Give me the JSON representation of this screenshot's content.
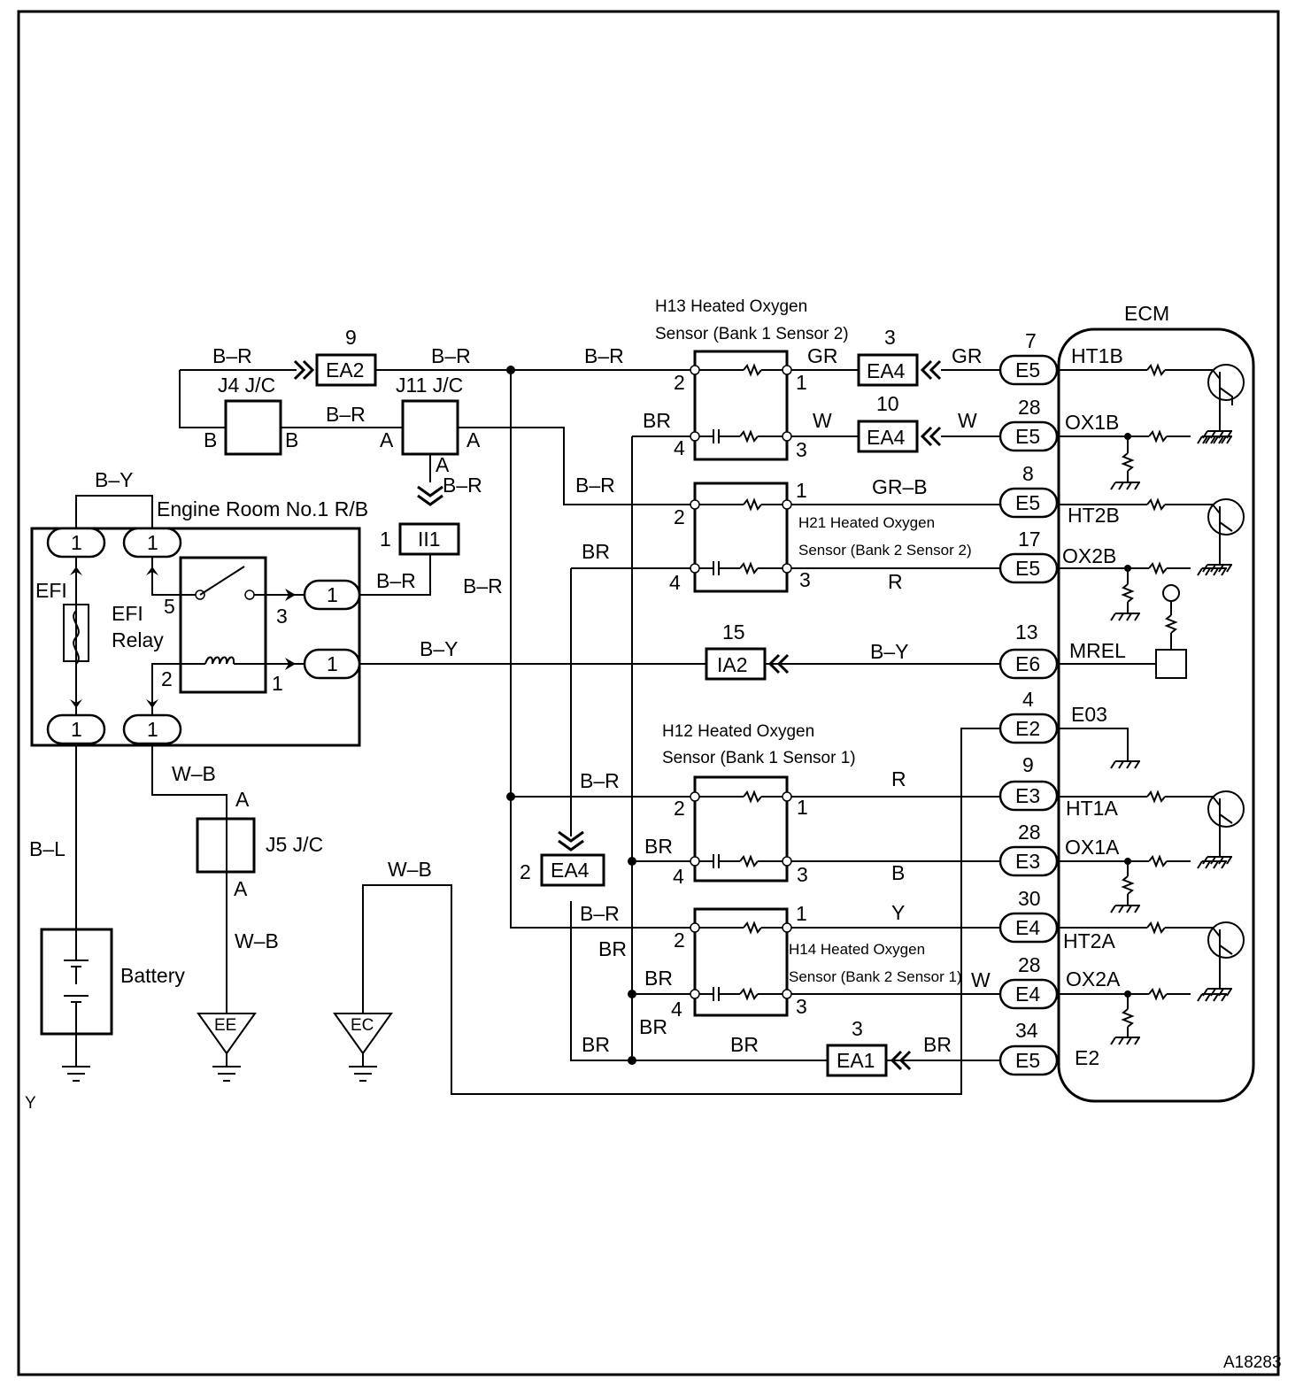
{
  "doc_code": "A18283",
  "corner_mark": "Y",
  "ecm": {
    "title": "ECM",
    "terminals": [
      "HT1B",
      "OX1B",
      "HT2B",
      "OX2B",
      "MREL",
      "E03",
      "HT1A",
      "OX1A",
      "HT2A",
      "OX2A",
      "E2"
    ]
  },
  "sensors": {
    "h13_line1": "H13 Heated Oxygen",
    "h13_line2": "Sensor (Bank 1 Sensor 2)",
    "h21_line1": "H21 Heated Oxygen",
    "h21_line2": "Sensor (Bank 2 Sensor 2)",
    "h12_line1": "H12 Heated Oxygen",
    "h12_line2": "Sensor (Bank 1 Sensor 1)",
    "h14_line1": "H14 Heated Oxygen",
    "h14_line2": "Sensor (Bank 2 Sensor 1)"
  },
  "junctions": {
    "j4": "J4 J/C",
    "j11": "J11 J/C",
    "j5": "J5 J/C",
    "rb": "Engine Room No.1 R/B",
    "efi": "EFI",
    "efi_relay_1": "EFI",
    "efi_relay_2": "Relay",
    "battery": "Battery"
  },
  "connectors": {
    "ea2": "EA2",
    "ea4_top": "EA4",
    "ea4_mid": "EA4",
    "ea4_left": "EA4",
    "ia2": "IA2",
    "ii1": "II1",
    "ea1": "EA1",
    "e5": "E5",
    "e6": "E6",
    "e2": "E2",
    "e3": "E3",
    "e4": "E4"
  },
  "grounds": {
    "ee": "EE",
    "ec": "EC"
  },
  "wires": {
    "br_red": "B–R",
    "br_yel": "B–Y",
    "bl": "B–L",
    "wb": "W–B",
    "gr": "GR",
    "grb": "GR–B",
    "w": "W",
    "r": "R",
    "b": "B",
    "y": "Y",
    "brown": "BR"
  },
  "pins": {
    "p1": "1",
    "p2": "2",
    "p3": "3",
    "p4": "4",
    "p5": "5",
    "p7": "7",
    "p8": "8",
    "p9": "9",
    "p10": "10",
    "p13": "13",
    "p15": "15",
    "p17": "17",
    "p28": "28",
    "p30": "30",
    "p34": "34",
    "pA": "A",
    "pB": "B"
  }
}
